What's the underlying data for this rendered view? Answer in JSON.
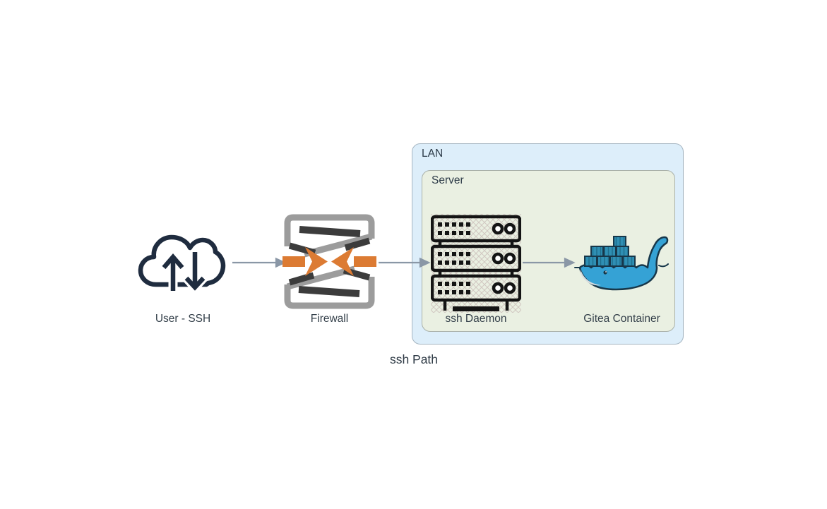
{
  "diagram": {
    "title": "ssh Path",
    "containers": {
      "lan": {
        "label": "LAN"
      },
      "server": {
        "label": "Server"
      }
    },
    "nodes": {
      "user": {
        "label": "User - SSH",
        "icon": "cloud-upload-download-icon"
      },
      "firewall": {
        "label": "Firewall",
        "icon": "firewall-icon"
      },
      "ssh_daemon": {
        "label": "ssh Daemon",
        "icon": "server-rack-icon"
      },
      "gitea": {
        "label": "Gitea Container",
        "icon": "docker-whale-icon"
      }
    },
    "edges": [
      {
        "from": "user",
        "to": "firewall"
      },
      {
        "from": "firewall",
        "to": "ssh_daemon"
      },
      {
        "from": "ssh_daemon",
        "to": "gitea"
      }
    ]
  },
  "colors": {
    "canvas_bg": "#ffffff",
    "lan_fill": "#ddeefa",
    "lan_border": "#a5b5c1",
    "server_fill": "#eaf0e2",
    "server_border": "#a9b0a8",
    "cloud_navy": "#1f2c3f",
    "firewall_gray": "#9c9c9c",
    "firewall_dark": "#3c3c3c",
    "firewall_orange": "#dc7b33",
    "server_icon_black": "#141414",
    "whale_blue": "#35a2d5",
    "whale_container_blue": "#2f8fb4",
    "connector_gray": "#8a97a6",
    "label_text": "#333f49"
  }
}
